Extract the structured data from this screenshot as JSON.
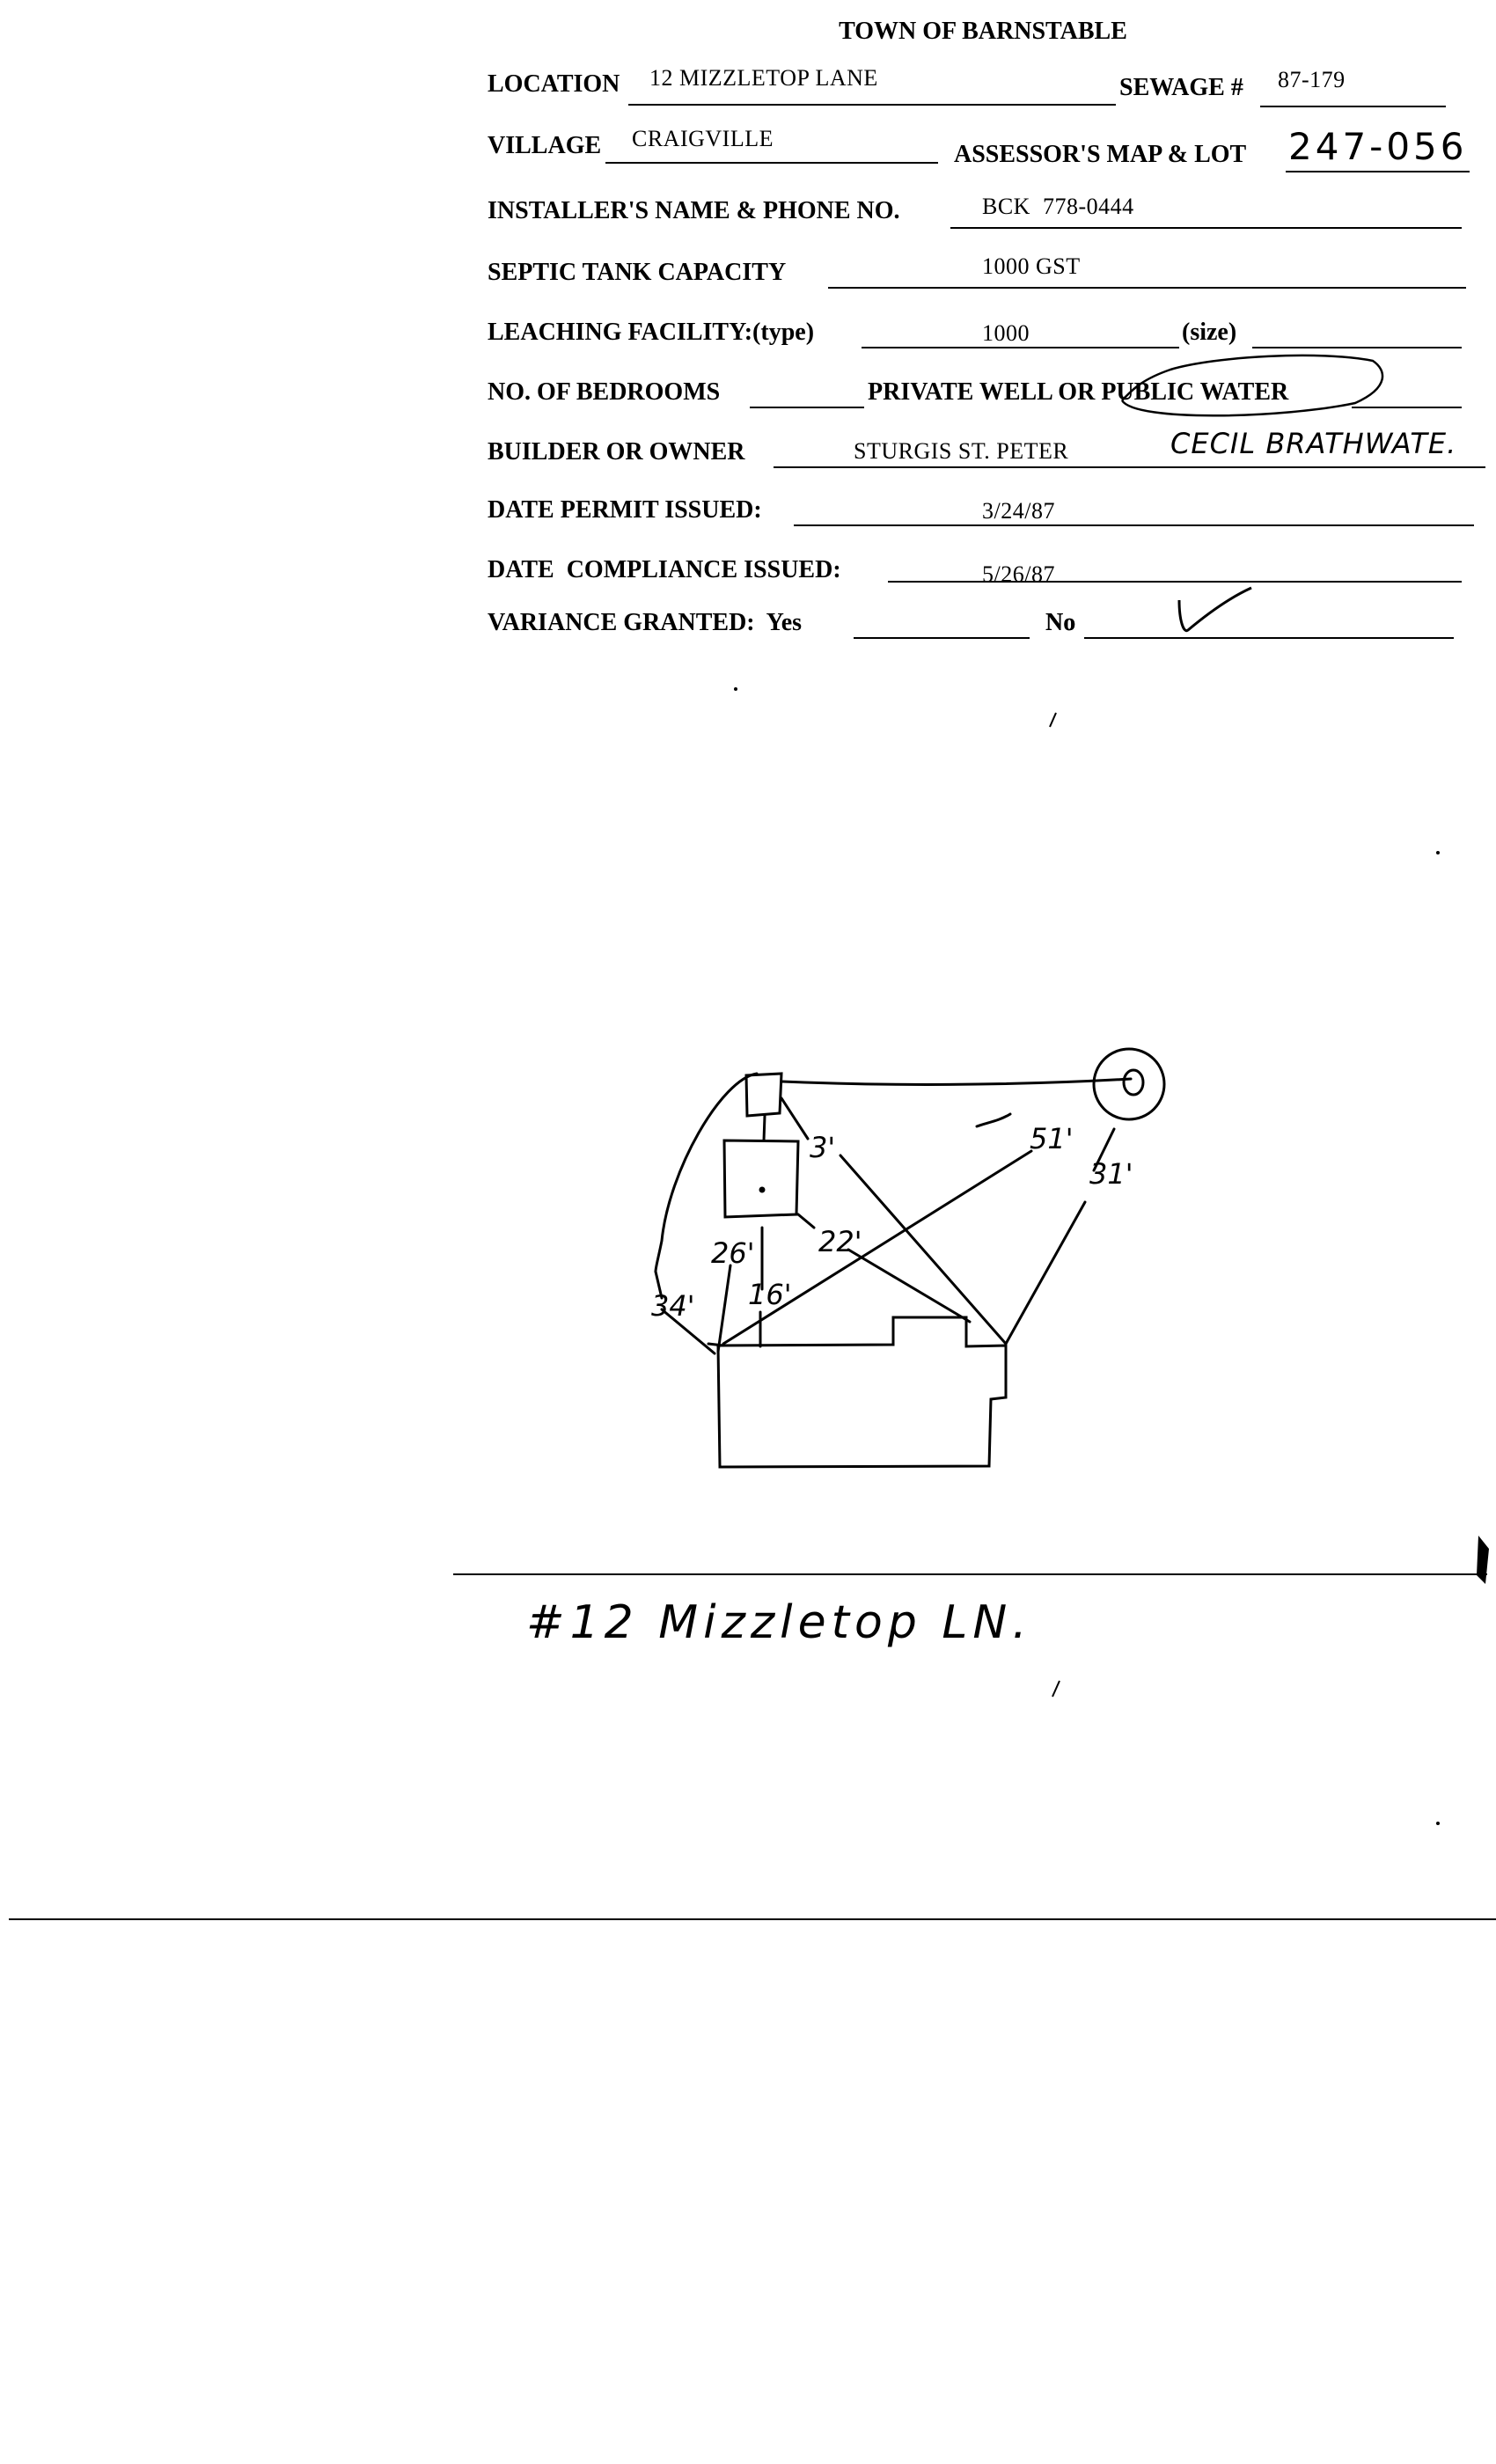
{
  "title": "TOWN OF BARNSTABLE",
  "fields": {
    "location": {
      "label": "LOCATION",
      "value": "12 MIZZLETOP LANE"
    },
    "sewage": {
      "label": "SEWAGE #",
      "value": "87-179"
    },
    "village": {
      "label": "VILLAGE",
      "value": "CRAIGVILLE"
    },
    "map_lot": {
      "label": "ASSESSOR'S MAP & LOT",
      "value": "247-056"
    },
    "installer": {
      "label": "INSTALLER'S NAME & PHONE NO.",
      "value": "BCK  778-0444"
    },
    "septic": {
      "label": "SEPTIC TANK CAPACITY",
      "value": "1000 GST"
    },
    "leaching": {
      "label": "LEACHING FACILITY:(type)",
      "value": "1000",
      "size_label": "(size)"
    },
    "bedrooms": {
      "label": "NO. OF BEDROOMS",
      "water_label": "PRIVATE WELL OR PUBLIC WATER",
      "water_selected": "PUBLIC WATER"
    },
    "builder": {
      "label": "BUILDER OR OWNER",
      "value": "STURGIS ST. PETER",
      "handwritten": "CECIL BRATHWATE."
    },
    "permit": {
      "label": "DATE PERMIT ISSUED:",
      "value": "3/24/87"
    },
    "compliance": {
      "label": "DATE  COMPLIANCE ISSUED:",
      "value": "5/26/87"
    },
    "variance": {
      "label": "VARIANCE GRANTED:  Yes",
      "no_label": "No",
      "selected": "No"
    }
  },
  "sketch": {
    "distances": {
      "d_box": "3'",
      "d_well_house": "51'",
      "d_well_corner": "31'",
      "d_tank_corner": "22'",
      "d_tank_house": "26'",
      "d_tank_front": "16'",
      "d_box_house": "34'"
    }
  },
  "address_note": "#12 Mizzletop LN."
}
